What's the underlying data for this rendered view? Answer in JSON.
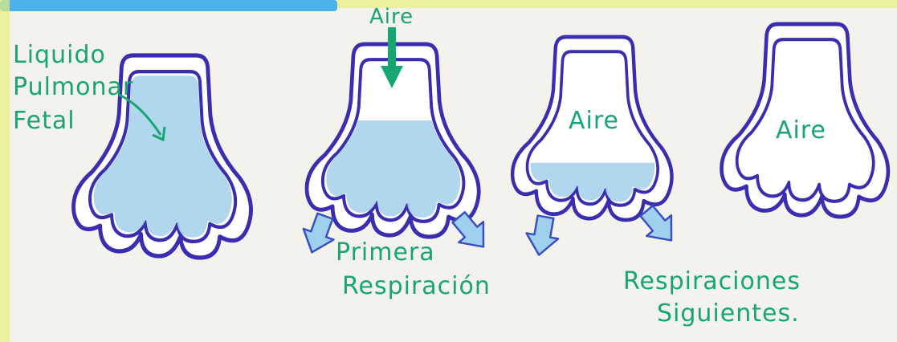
{
  "colors": {
    "outline": "#3a2db0",
    "fluid": "#a8d3ec",
    "arrow_fill": "#9fd0ee",
    "arrow_stroke": "#3a4fc4",
    "text": "#17a672",
    "top_band": "#4ab2e8",
    "edge_band": "#e5f07a"
  },
  "labels": {
    "fetal_fluid_line1": "Liquido",
    "fetal_fluid_line2": "Pulmonar",
    "fetal_fluid_line3": "Fetal",
    "air_in": "Aire",
    "first_breath_line1": "Primera",
    "first_breath_line2": "Respiración",
    "air_stage3": "Aire",
    "air_stage4": "Aire",
    "next_breaths_line1": "Respiraciones",
    "next_breaths_line2": "Siguientes."
  },
  "stages": [
    {
      "name": "fetal",
      "fluid_fill": 1.0
    },
    {
      "name": "first-breath",
      "fluid_fill": 0.55
    },
    {
      "name": "subsequent-breath",
      "fluid_fill": 0.2
    },
    {
      "name": "aerated",
      "fluid_fill": 0.0
    }
  ]
}
